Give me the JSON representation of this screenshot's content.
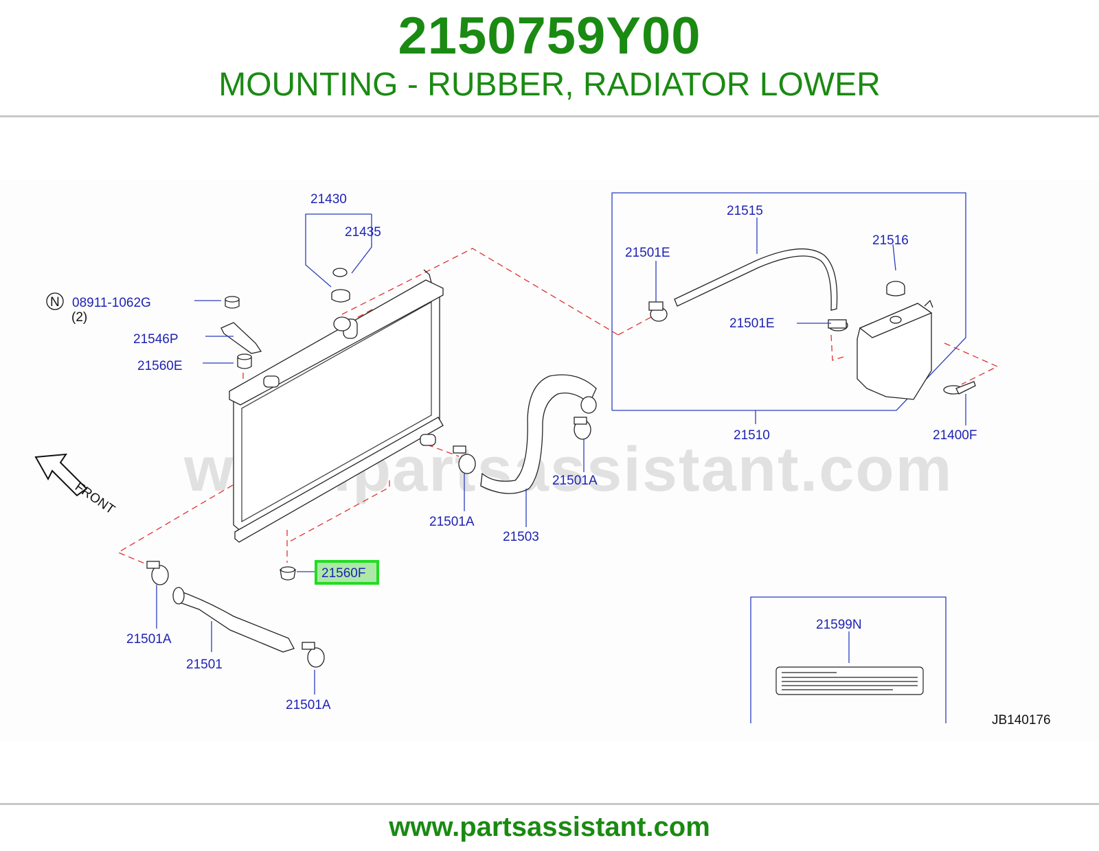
{
  "header": {
    "part_number": "2150759Y00",
    "part_name": "MOUNTING - RUBBER, RADIATOR LOWER"
  },
  "diagram": {
    "watermark": "www.partsassistant.com",
    "front_label": "FRONT",
    "drawing_code": "JB140176",
    "highlighted_part": "21560F",
    "callouts": {
      "c21430": "21430",
      "c21435": "21435",
      "bolt_symbol": "N",
      "bolt_number": "08911-1062G",
      "bolt_qty": "(2)",
      "c21546P": "21546P",
      "c21560E": "21560E",
      "c21560F": "21560F",
      "c21501A_1": "21501A",
      "c21501A_2": "21501A",
      "c21501A_3": "21501A",
      "c21501A_4": "21501A",
      "c21501": "21501",
      "c21503": "21503",
      "c21515": "21515",
      "c21516": "21516",
      "c21501E_1": "21501E",
      "c21501E_2": "21501E",
      "c21510": "21510",
      "c21400F": "21400F",
      "c21599N": "21599N"
    }
  },
  "colors": {
    "title_green": "#1a8a12",
    "callout_blue": "#1e22b4",
    "highlight_green": "#22dd22",
    "leader_blue": "#2a3cc0",
    "dashed_red": "#e03030"
  },
  "footer": {
    "url": "www.partsassistant.com"
  }
}
